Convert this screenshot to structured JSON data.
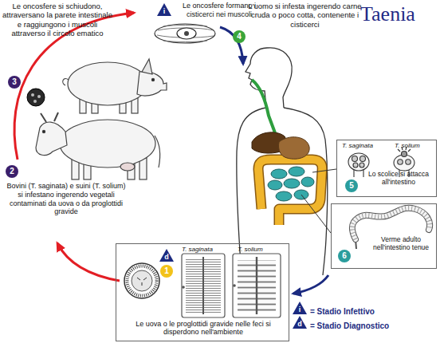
{
  "diagram": {
    "title": "Taenia",
    "nodes": [
      {
        "text": [
          "T. saginata",
          "T. solium",
          "Lo scolice si attacca all'intestino"
        ]
      },
      {
        "text": [
          "Verme adulto nell'intestino tenue"
        ]
      },
      {
        "text": [
          "T. saginata",
          "T. solium",
          "Le uova o le proglottidi gravide nelle feci si disperdono nell'ambiente"
        ]
      }
    ],
    "labels": [
      "i",
      "Le oncosfere formano i cisticerci nei muscoli",
      "Le oncosfere si schiudono, attraversano la parete intestinale e raggiungono i muscoli attraverso il circolo ematico",
      "4",
      "L'uomo si infesta ingerendo carne cruda o poco cotta, contenente i cisticerci",
      "3",
      "5",
      "2",
      "Bovini (T. saginata) e suini (T. solium) si infestano ingerendo vegetali contaminati da uova o da proglottidi gravide",
      "6",
      "d",
      "1",
      "i",
      "d"
    ],
    "legend": [
      {
        "text": "= Stadio Infettivo"
      },
      {
        "text": "= Stadio Diagnostico"
      }
    ]
  }
}
